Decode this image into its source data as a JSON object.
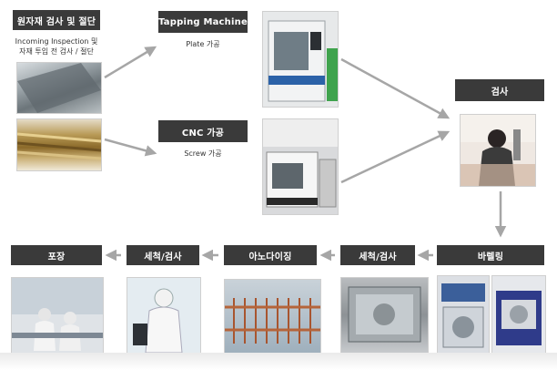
{
  "steps": {
    "raw": {
      "label": "원자재 검사 및 절단",
      "desc_line1": "Incoming Inspection 및",
      "desc_line2": "자재 투입 전 검사 / 절단"
    },
    "tapping": {
      "label": "Tapping Machine",
      "desc": "Plate 가공"
    },
    "cnc": {
      "label": "CNC 가공",
      "desc": "Screw 가공"
    },
    "inspection": {
      "label": "검사"
    },
    "barrel": {
      "label": "바렐링"
    },
    "wash1": {
      "label": "세척/검사"
    },
    "anodize": {
      "label": "아노다이징"
    },
    "wash2": {
      "label": "세척/검사"
    },
    "pack": {
      "label": "포장"
    }
  },
  "colors": {
    "label_bg": "#3a3a3a",
    "arrow": "#a6a6a6",
    "label_text": "#ffffff"
  }
}
